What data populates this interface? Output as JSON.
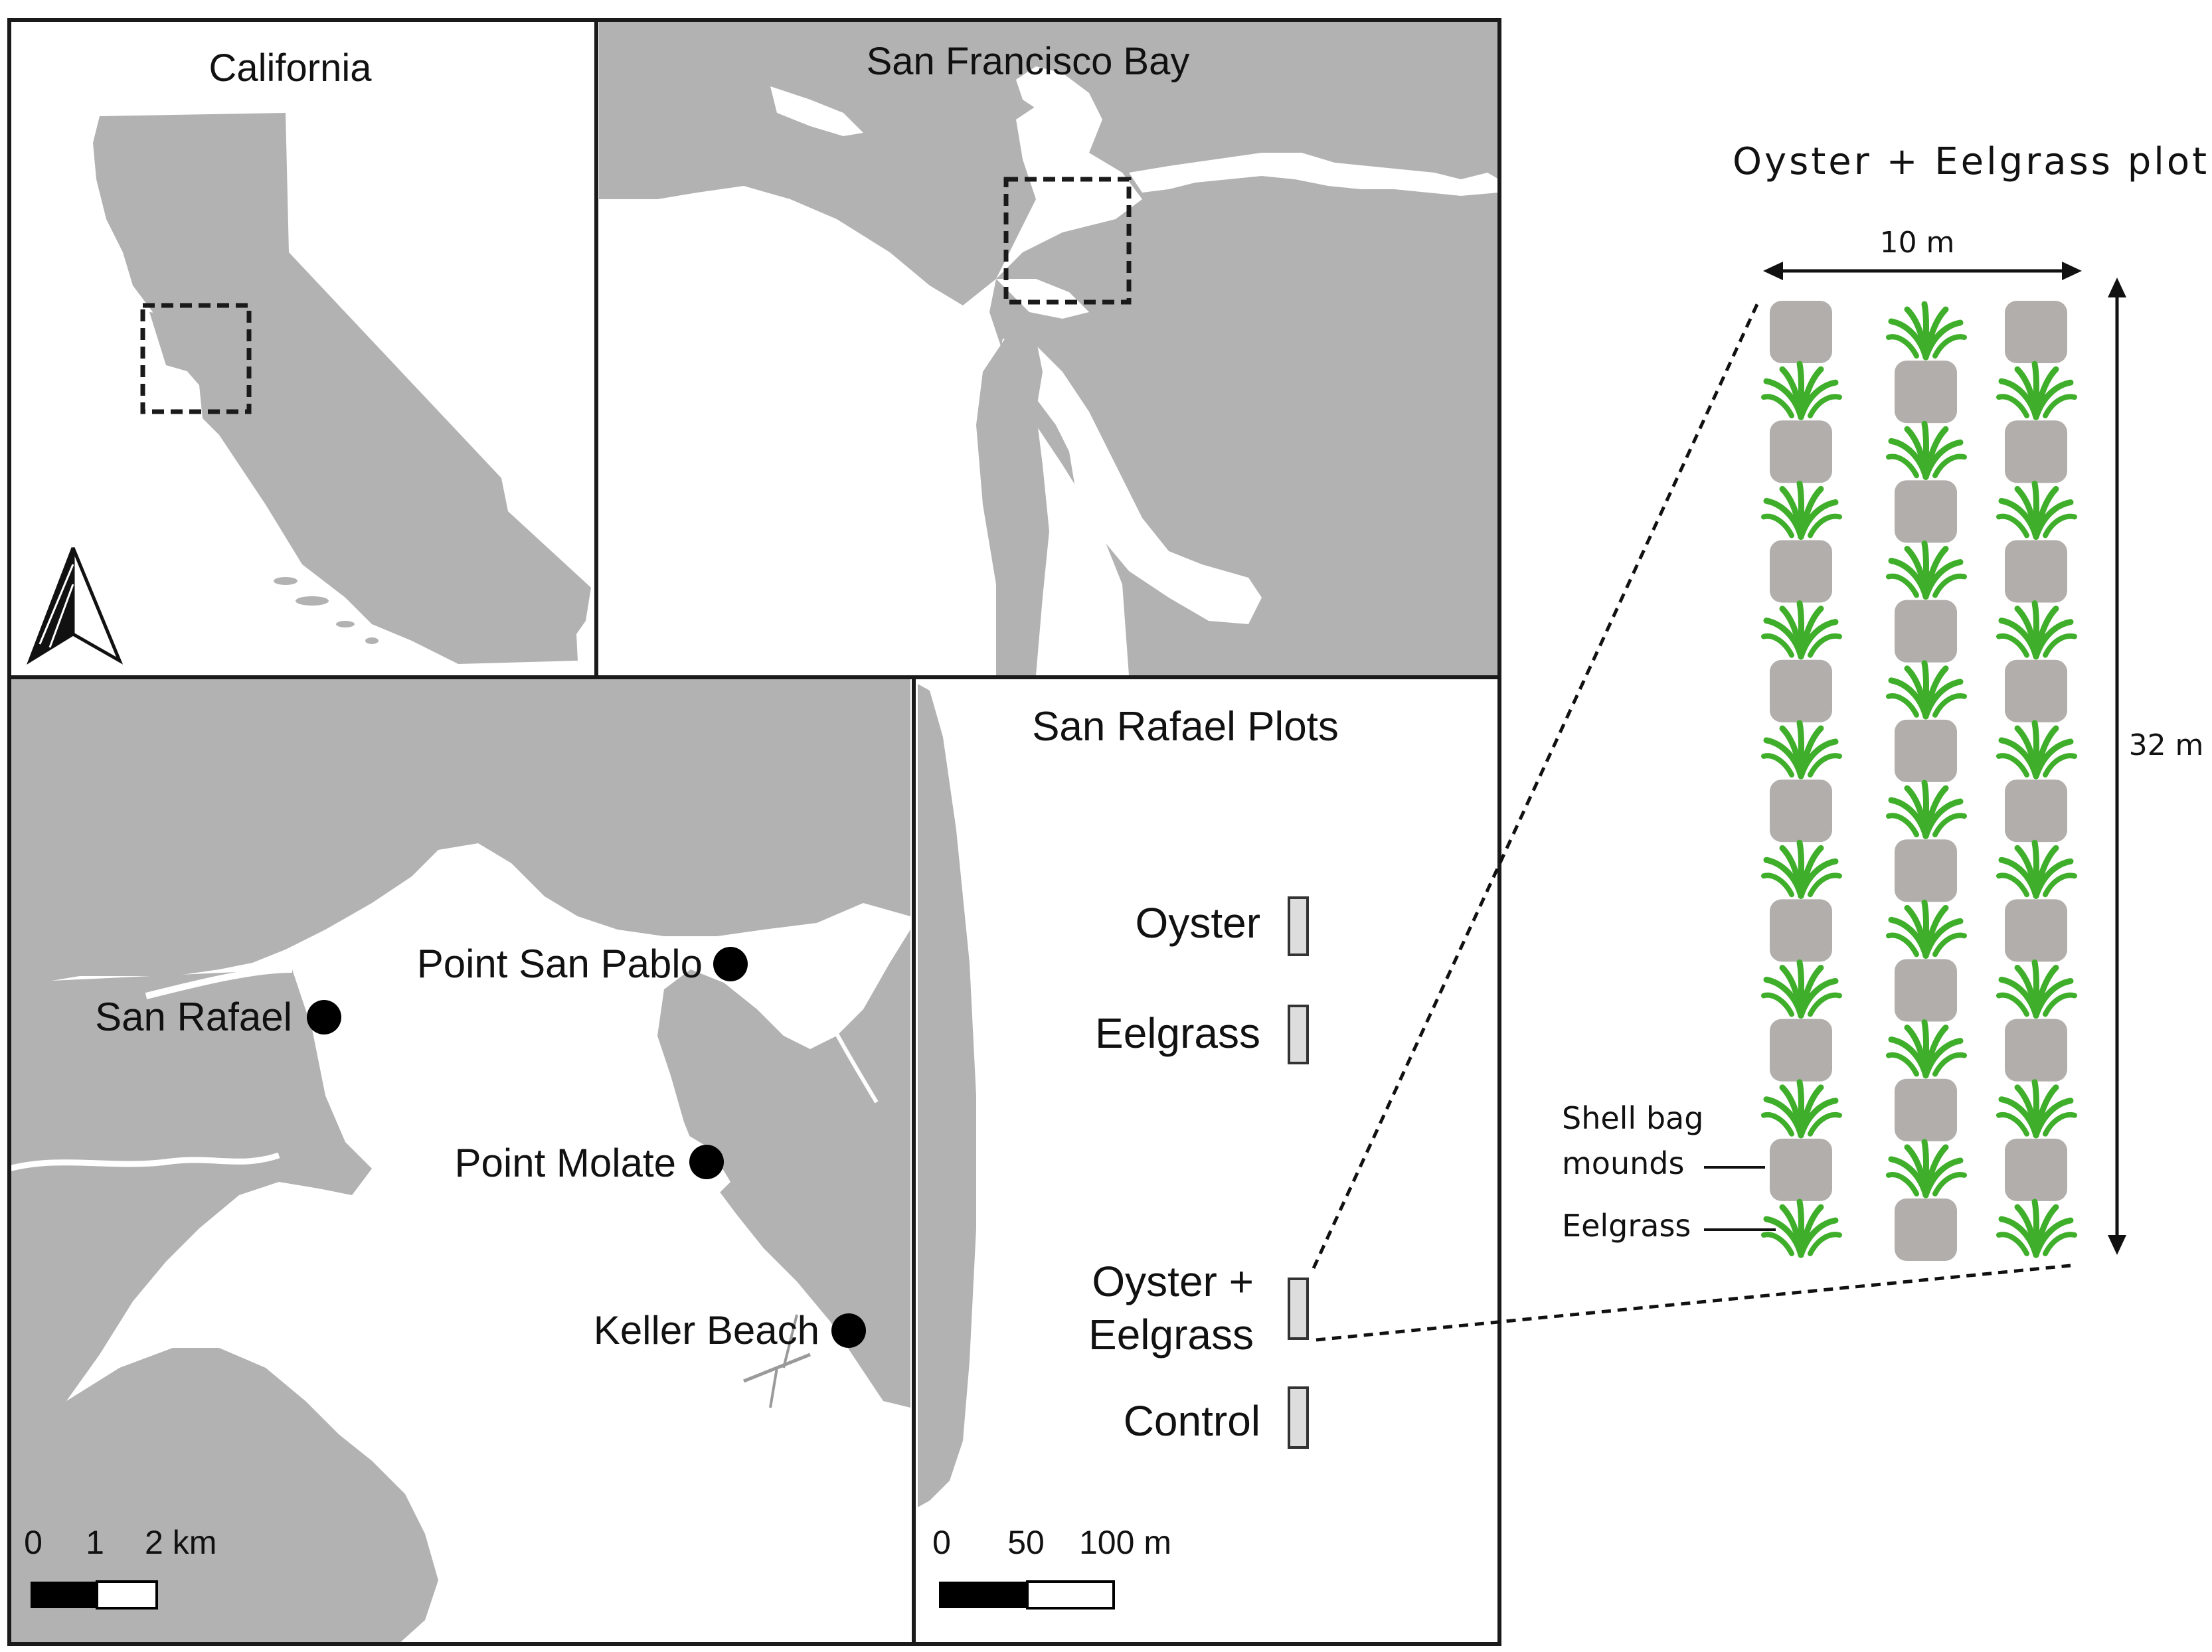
{
  "colors": {
    "land": "#b2b2b2",
    "water": "#ffffff",
    "eelgrass": "#3fae2a",
    "mound": "#b1aeab",
    "frame": "#1a1a1a",
    "dot": "#000000"
  },
  "panels": {
    "california": {
      "title": "California",
      "north_arrow": "north-arrow-icon"
    },
    "sf_bay": {
      "title": "San Francisco Bay"
    },
    "sites": {
      "places": [
        "San Rafael",
        "Point San Pablo",
        "Point Molate",
        "Keller Beach"
      ],
      "scale": {
        "ticks": [
          "0",
          "1",
          "2 km"
        ]
      }
    },
    "plots": {
      "title": "San Rafael Plots",
      "plot_labels": {
        "oyster": "Oyster",
        "eelgrass": "Eelgrass",
        "oyster_eelgrass_1": "Oyster +",
        "oyster_eelgrass_2": "Eelgrass",
        "control": "Control"
      },
      "scale": {
        "ticks": [
          "0",
          "50",
          "100 m"
        ]
      }
    },
    "detail": {
      "title": "Oyster + Eelgrass plot",
      "width_label": "10 m",
      "height_label": "32 m",
      "legend_mounds_1": "Shell bag",
      "legend_mounds_2": "mounds",
      "legend_eelgrass": "Eelgrass",
      "grid_rows": 16,
      "grid_cols": 3,
      "pattern": [
        [
          "mound",
          "grass",
          "mound"
        ],
        [
          "grass",
          "mound",
          "grass"
        ]
      ]
    }
  }
}
